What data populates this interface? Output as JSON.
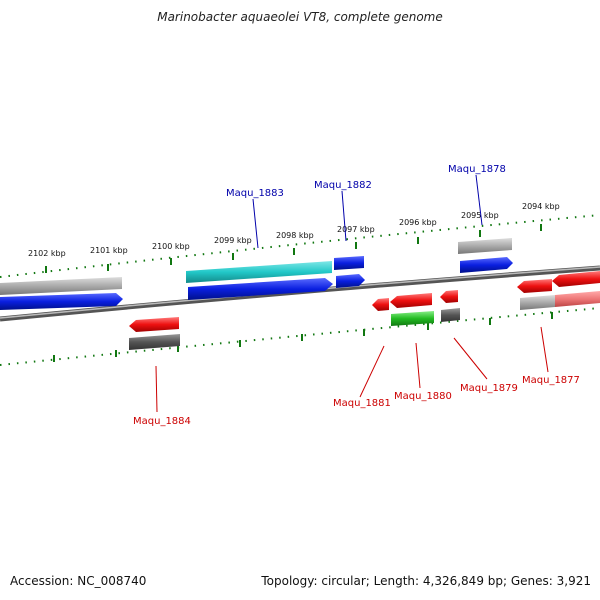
{
  "title": "Marinobacter aquaeolei VT8, complete genome",
  "accession": "Accession: NC_008740",
  "summary": "Topology: circular; Length: 4,326,849 bp; Genes: 3,921",
  "scale_labels": [
    "2102 kbp",
    "2101 kbp",
    "2100 kbp",
    "2099 kbp",
    "2098 kbp",
    "2097 kbp",
    "2096 kbp",
    "2095 kbp",
    "2094 kbp"
  ],
  "gene_labels": {
    "maqu_1883": "Maqu_1883",
    "maqu_1882": "Maqu_1882",
    "maqu_1878": "Maqu_1878",
    "maqu_1884": "Maqu_1884",
    "maqu_1881": "Maqu_1881",
    "maqu_1880": "Maqu_1880",
    "maqu_1879": "Maqu_1879",
    "maqu_1877": "Maqu_1877"
  },
  "colors": {
    "top_label": "#0000aa",
    "bottom_label": "#cc0000",
    "backbone": "#777777",
    "ticks": "#117711",
    "blue": "#0a1fe0",
    "cyan": "#22c8c8",
    "red": "#ee1111",
    "gray": "#aaaaaa",
    "dark_gray": "#555555",
    "green": "#22bb22",
    "pink": "#ee7777"
  }
}
